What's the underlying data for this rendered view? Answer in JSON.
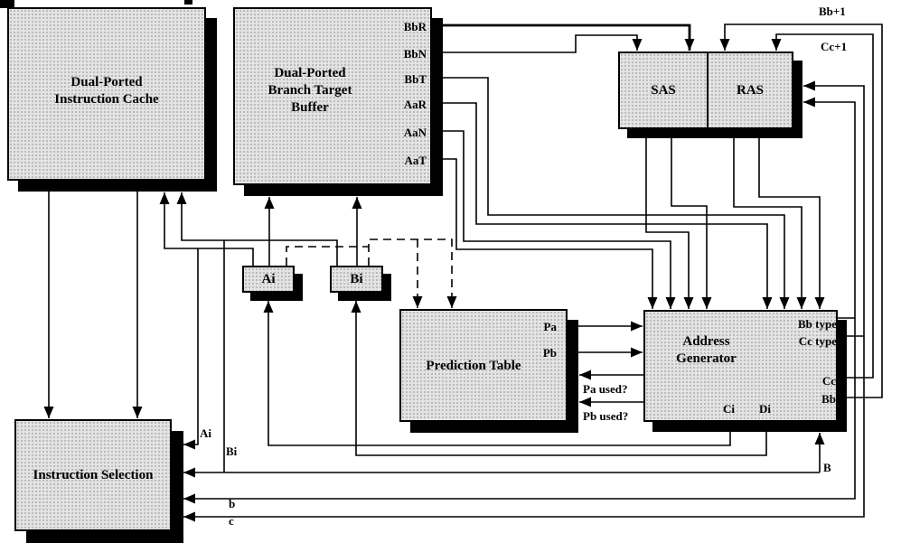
{
  "diagram": {
    "boxes": {
      "instruction_cache": {
        "title_line1": "Dual-Ported",
        "title_line2": "Instruction Cache"
      },
      "btb": {
        "title_line1": "Dual-Ported",
        "title_line2": "Branch Target",
        "title_line3": "Buffer",
        "ports": [
          "BbR",
          "BbN",
          "BbT",
          "AaR",
          "AaN",
          "AaT"
        ]
      },
      "sas": {
        "label": "SAS"
      },
      "ras": {
        "label": "RAS"
      },
      "ai_register": {
        "label": "Ai"
      },
      "bi_register": {
        "label": "Bi"
      },
      "prediction_table": {
        "title": "Prediction Table",
        "port_pa": "Pa",
        "port_pb": "Pb"
      },
      "address_generator": {
        "title_line1": "Address",
        "title_line2": "Generator",
        "port_bb_type": "Bb type",
        "port_cc_type": "Cc type",
        "port_cc": "Cc",
        "port_bb": "Bb",
        "port_ci": "Ci",
        "port_di": "Di"
      },
      "instruction_selection": {
        "title": "Instruction Selection"
      }
    },
    "wire_labels": {
      "bb_plus_1": "Bb+1",
      "cc_plus_1": "Cc+1",
      "ai": "Ai",
      "bi": "Bi",
      "b_cap": "B",
      "b": "b",
      "c": "c",
      "pa_used": "Pa used?",
      "pb_used": "Pb used?"
    }
  }
}
